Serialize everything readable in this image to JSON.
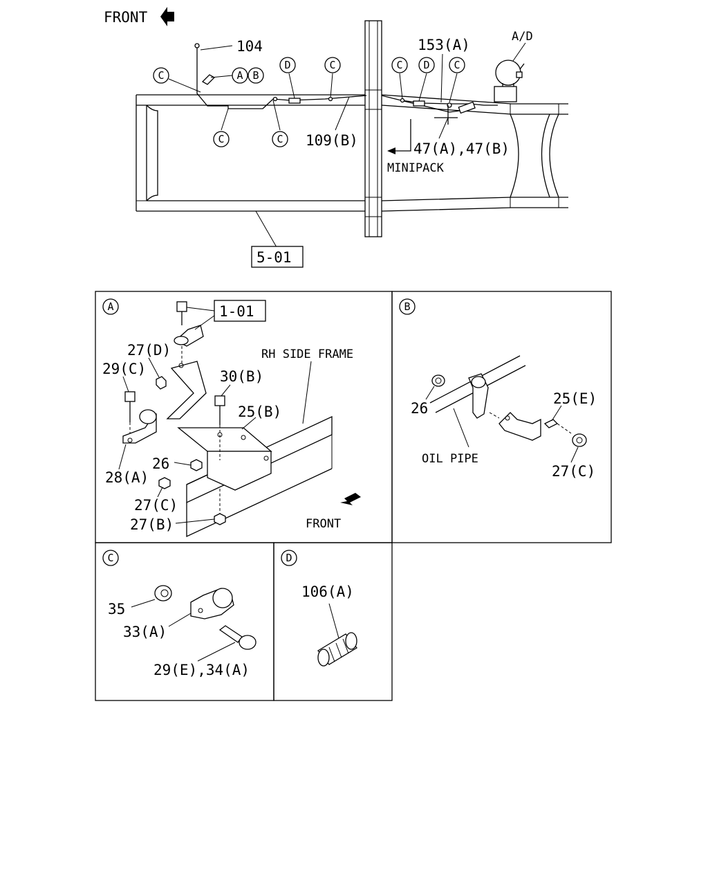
{
  "top_view": {
    "front_label": "FRONT",
    "labels": {
      "p104": "104",
      "p153a": "153(A)",
      "ad": "A/D",
      "p109b": "109(B)",
      "p47": "47(A),47(B)",
      "minipack": "MINIPACK",
      "ref501": "5-01"
    },
    "callouts": {
      "c": "C",
      "d": "D",
      "a": "A",
      "b": "B"
    }
  },
  "detail_a": {
    "tag": "A",
    "ref101": "1-01",
    "rh_side_frame": "RH SIDE FRAME",
    "front": "FRONT",
    "parts": {
      "p27d": "27(D)",
      "p29c": "29(C)",
      "p30b": "30(B)",
      "p25b": "25(B)",
      "p26": "26",
      "p28a": "28(A)",
      "p27c": "27(C)",
      "p27b": "27(B)"
    }
  },
  "detail_b": {
    "tag": "B",
    "oil_pipe": "OIL PIPE",
    "parts": {
      "p26": "26",
      "p25e": "25(E)",
      "p27c": "27(C)"
    }
  },
  "detail_c": {
    "tag": "C",
    "parts": {
      "p35": "35",
      "p33a": "33(A)",
      "p29e34a": "29(E),34(A)"
    }
  },
  "detail_d": {
    "tag": "D",
    "parts": {
      "p106a": "106(A)"
    }
  }
}
